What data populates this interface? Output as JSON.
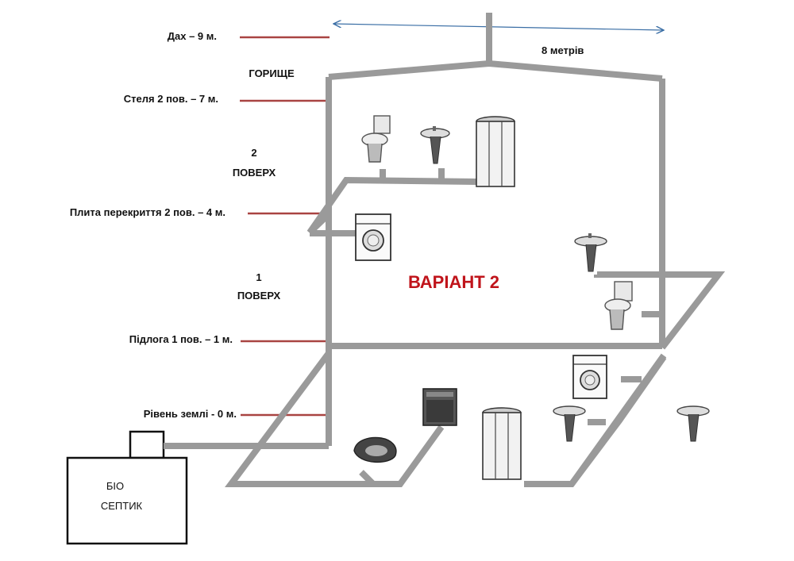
{
  "levels": {
    "roof": "Дах – 9 м.",
    "ceiling_2": "Стеля 2 пов. – 7 м.",
    "slab_2": "Плита перекриття  2 пов. – 4 м.",
    "floor_1": "Підлога 1 пов. – 1 м.",
    "ground": "Рівень землі - 0 м."
  },
  "zones": {
    "attic": "ГОРИЩЕ",
    "floor2_num": "2",
    "floor2_word": "ПОВЕРХ",
    "floor1_num": "1",
    "floor1_word": "ПОВЕРХ"
  },
  "dimension": "8 метрів",
  "title": "ВАРІАНТ  2",
  "septic": {
    "line1": "БІО",
    "line2": "СЕПТИК"
  },
  "colors": {
    "pipe": "#b8b8b8",
    "pipe_edge": "#9a9a9a",
    "level_line": "#a94442",
    "title": "#c0141b",
    "dimension_arrow": "#3a6ea5"
  },
  "fixtures": [
    "toilet-icon",
    "sink-icon",
    "shower-cabin-icon",
    "washing-machine-icon",
    "floor-toilet-icon",
    "dishwasher-icon"
  ]
}
